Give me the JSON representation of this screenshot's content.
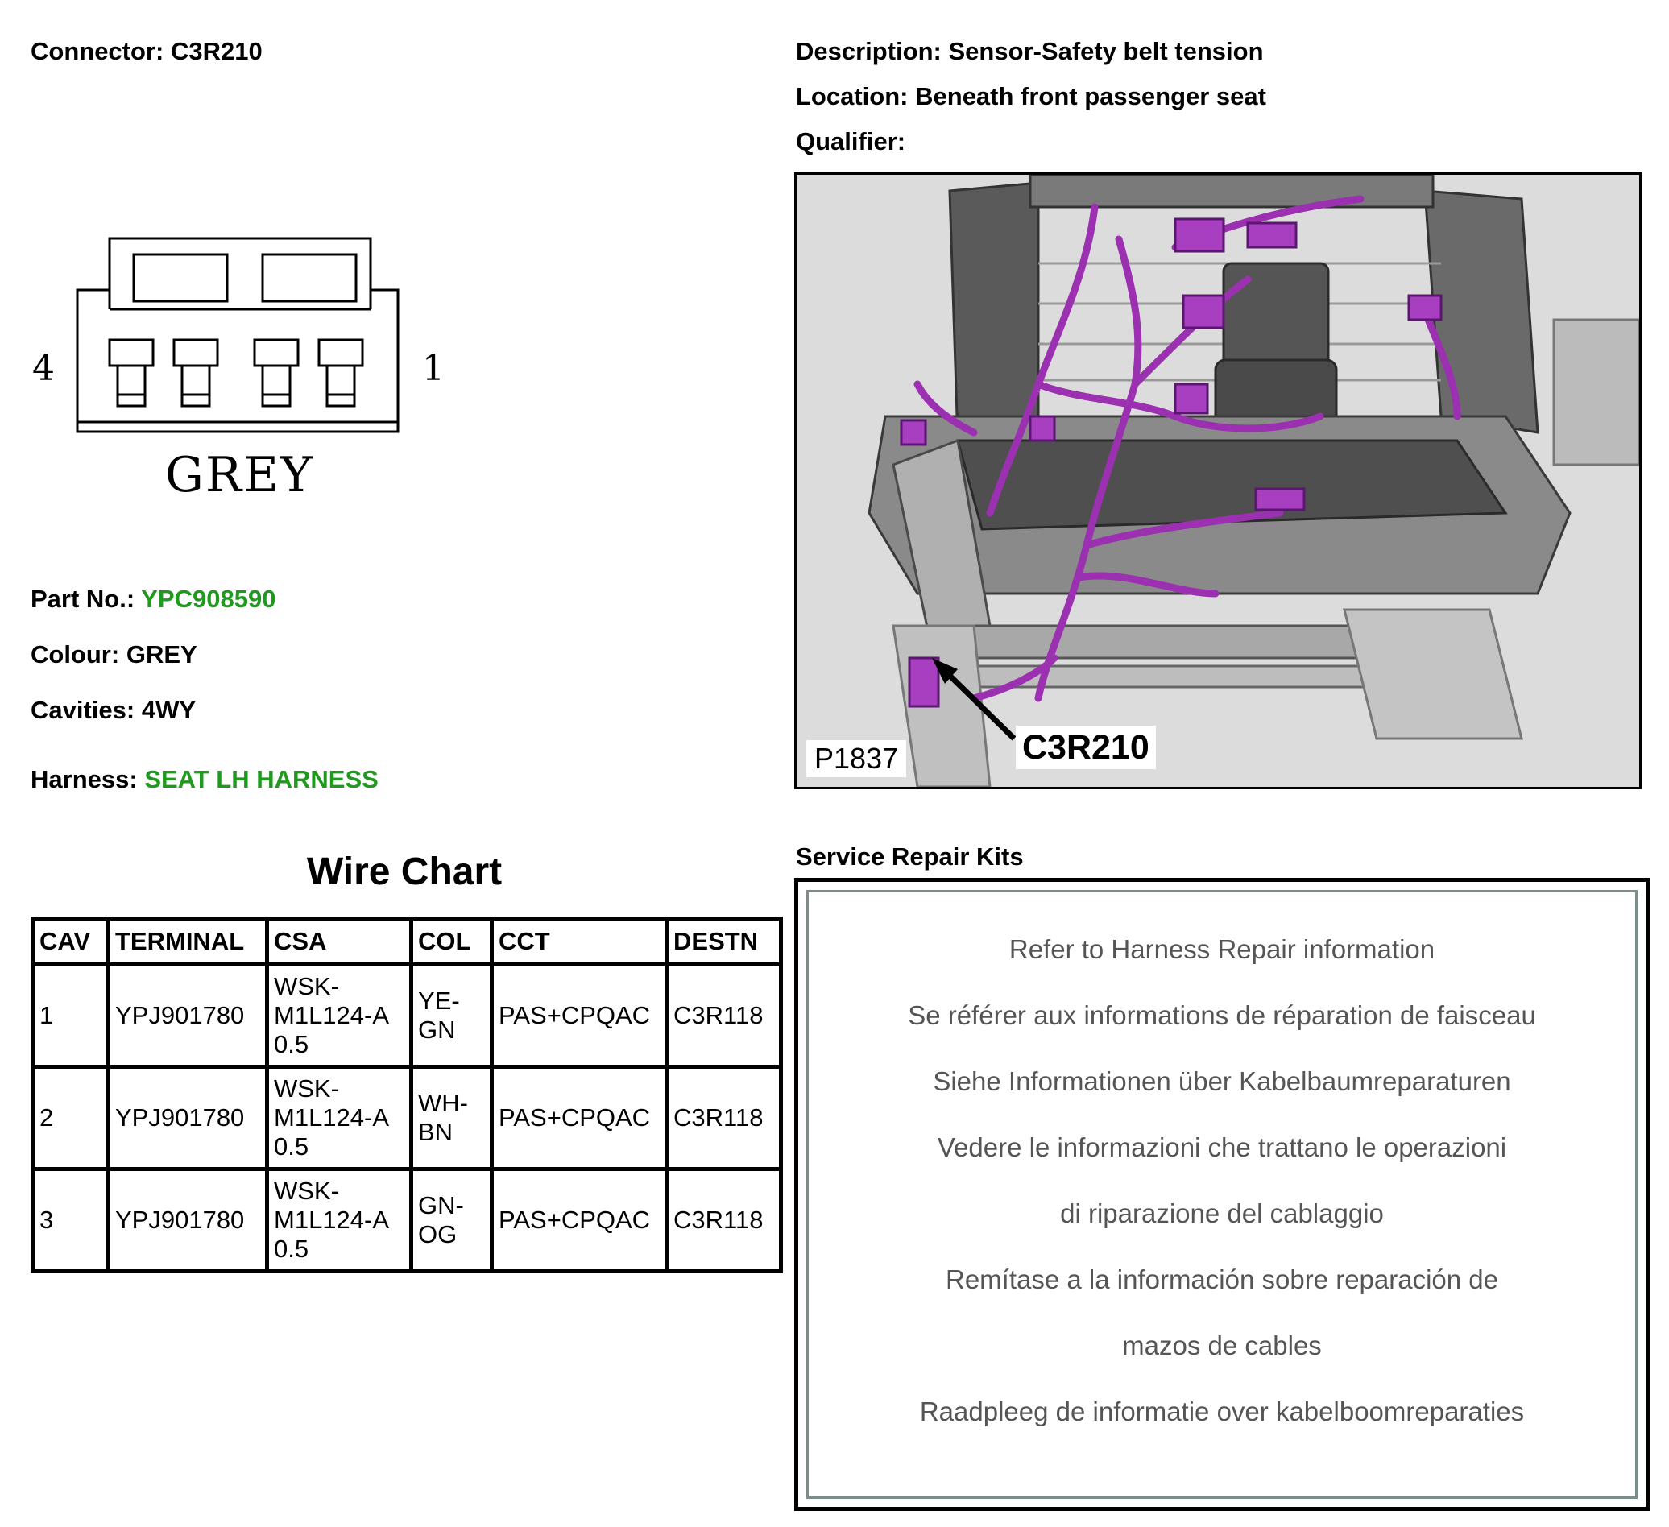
{
  "connector": {
    "label": "Connector:",
    "value": "C3R210"
  },
  "description": {
    "label": "Description:",
    "value": "Sensor-Safety belt tension"
  },
  "location": {
    "label": "Location:",
    "value": "Beneath front passenger seat"
  },
  "qualifier": {
    "label": "Qualifier:",
    "value": ""
  },
  "diagram": {
    "pin_left": "4",
    "pin_right": "1",
    "colour_text": "GREY"
  },
  "part_no": {
    "label": "Part No.:",
    "value": "YPC908590"
  },
  "colour": {
    "label": "Colour:",
    "value": "GREY"
  },
  "cavities": {
    "label": "Cavities:",
    "value": "4WY"
  },
  "harness": {
    "label": "Harness:",
    "value": "SEAT LH HARNESS"
  },
  "wire_chart": {
    "title": "Wire Chart",
    "headers": [
      "CAV",
      "TERMINAL",
      "CSA",
      "COL",
      "CCT",
      "DESTN"
    ],
    "rows": [
      {
        "cav": "1",
        "terminal": "YPJ901780",
        "csa": [
          "WSK-",
          "M1L124-A",
          "0.5"
        ],
        "col": [
          "YE-",
          "GN"
        ],
        "cct": "PAS+CPQAC",
        "destn": "C3R118"
      },
      {
        "cav": "2",
        "terminal": "YPJ901780",
        "csa": [
          "WSK-",
          "M1L124-A",
          "0.5"
        ],
        "col": [
          "WH-",
          "BN"
        ],
        "cct": "PAS+CPQAC",
        "destn": "C3R118"
      },
      {
        "cav": "3",
        "terminal": "YPJ901780",
        "csa": [
          "WSK-",
          "M1L124-A",
          "0.5"
        ],
        "col": [
          "GN-",
          "OG"
        ],
        "cct": "PAS+CPQAC",
        "destn": "C3R118"
      }
    ]
  },
  "photo": {
    "ref": "P1837",
    "callout": "C3R210"
  },
  "service_repair_kits": {
    "title": "Service Repair Kits",
    "lines": [
      "Refer to Harness Repair information",
      "Se référer aux informations de réparation de faisceau",
      "Siehe Informationen über Kabelbaumreparaturen",
      "Vedere le informazioni che trattano le operazioni",
      "di riparazione del cablaggio",
      "Remítase a la información sobre reparación de",
      "mazos de cables",
      "Raadpleeg de informatie over kabelboomreparaties"
    ]
  },
  "colors": {
    "accent_green": "#1f9a1f",
    "harness_purple": "#9b30b0",
    "kit_border": "#7a8f87"
  }
}
